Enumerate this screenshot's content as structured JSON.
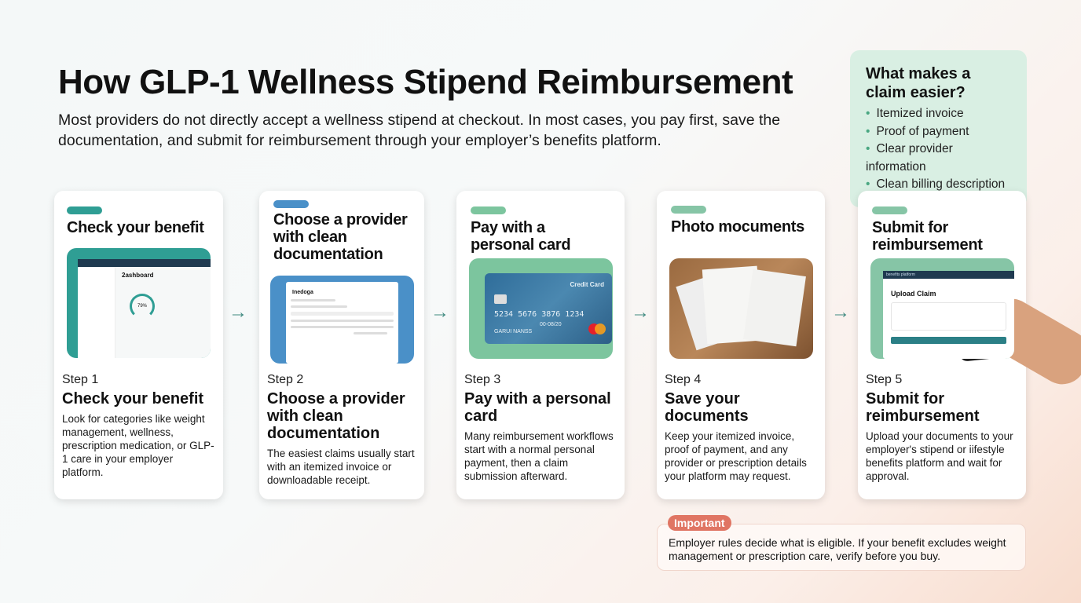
{
  "header": {
    "title": "How GLP-1 Wellness Stipend Reimbursement",
    "subtitle": "Most providers do not directly accept a wellness stipend at checkout. In most cases, you pay first, save the documentation, and submit for reimbursement through your employer’s benefits platform."
  },
  "sidebar": {
    "title": "What makes a claim easier?",
    "items": [
      "Itemized invoice",
      "Proof of payment",
      "Clear provider information",
      "Clean billing description"
    ]
  },
  "steps": [
    {
      "header": "Check your benefit",
      "step": "Step 1",
      "title": "Check your benefit",
      "desc": "Look for categories like weight management, wellness, prescription medication, or GLP-1 care in your employer platform.",
      "accent": "#2f9e94",
      "image_text": "2ashboard",
      "gauge": "79%"
    },
    {
      "header": "Choose a provider with clean documentation",
      "step": "Step 2",
      "title": "Choose a provider with clean documentation",
      "desc": "The easiest claims usually start with an itemized invoice or downloadable receipt.",
      "accent": "#4a90c8",
      "image_text": "Inedoga"
    },
    {
      "header": "Pay with a personal card",
      "step": "Step 3",
      "title": "Pay with a personal card",
      "desc": "Many reimbursement workflows start with a normal personal payment, then a claim submission afterward.",
      "accent": "#7cc59e",
      "card_label": "Credit Card",
      "card_number": "5234 5676 3876 1234",
      "card_exp": "00-08/20",
      "card_name": "GARUI NANSS"
    },
    {
      "header": "Photo mocuments",
      "step": "Step 4",
      "title": "Save your documents",
      "desc": "Keep your itemized invoice, proof of payment, and any provider or prescription details your platform may request.",
      "accent": "#86c5a6"
    },
    {
      "header": "Submit for reimbursement",
      "step": "Step 5",
      "title": "Submit for reimbursement",
      "desc": "Upload your documents to your employer's stipend or iifestyle benefits platform and wait for approval.",
      "accent": "#86c5a6",
      "image_text": "Upload Claim",
      "platform": "benefits platform"
    }
  ],
  "important": {
    "label": "Important",
    "text": "Employer rules decide what is eligible. If your benefit excludes weight management or prescription care, verify before you buy."
  }
}
